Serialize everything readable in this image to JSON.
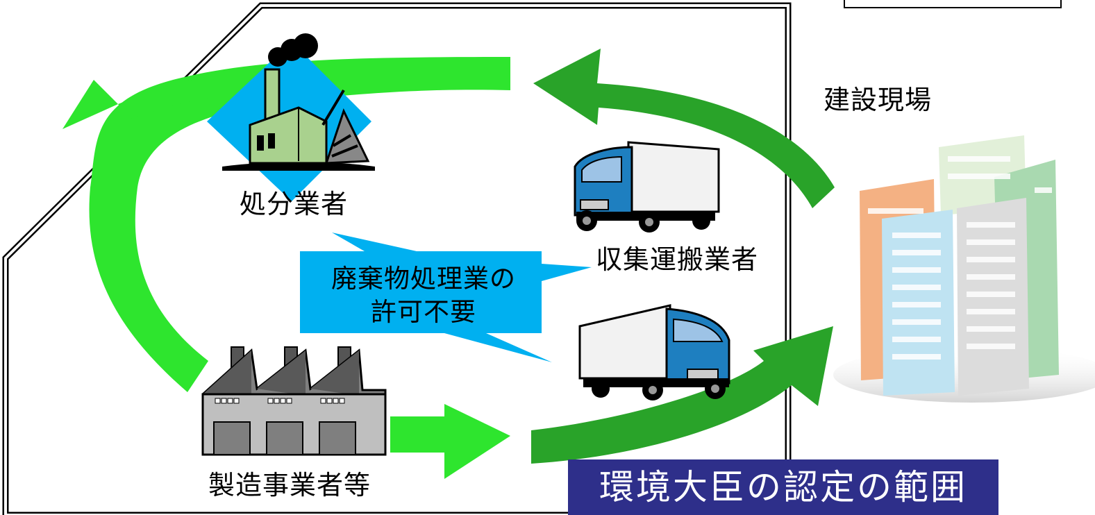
{
  "labels": {
    "disposal": "処分業者",
    "collector": "収集運搬業者",
    "manufacturer": "製造事業者等",
    "site": "建設現場"
  },
  "callout": {
    "line1": "廃棄物処理業の",
    "line2": "許可不要"
  },
  "scope_banner": "環境大臣の認定の範囲",
  "colors": {
    "light_green": "#2EE52E",
    "dark_green": "#29A329",
    "callout_blue": "#00B0F0",
    "banner_navy": "#2E2F8A",
    "truck_blue": "#1E7FC0"
  }
}
